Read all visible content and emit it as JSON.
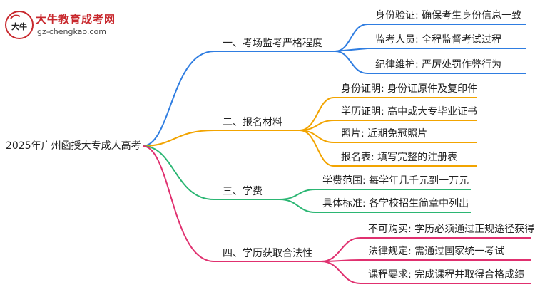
{
  "logo": {
    "brand": "大牛教育成考网",
    "domain": "gz-chengkao.com",
    "mark": "大牛"
  },
  "root": "2025年广州函授大专成人高考",
  "colors": {
    "branch1": "#2f7de1",
    "branch2": "#f2a400",
    "branch3": "#2bb673",
    "branch4": "#e0306f"
  },
  "branches": [
    {
      "label": "一、考场监考严格程度",
      "children": [
        "身份验证: 确保考生身份信息一致",
        "监考人员: 全程监督考试过程",
        "纪律维护: 严厉处罚作弊行为"
      ]
    },
    {
      "label": "二、报名材料",
      "children": [
        "身份证明: 身份证原件及复印件",
        "学历证明: 高中或大专毕业证书",
        "照片: 近期免冠照片",
        "报名表: 填写完整的注册表"
      ]
    },
    {
      "label": "三、学费",
      "children": [
        "学费范围: 每学年几千元到一万元",
        "具体标准: 各学校招生简章中列出"
      ]
    },
    {
      "label": "四、学历获取合法性",
      "children": [
        "不可购买: 学历必须通过正规途径获得",
        "法律规定: 需通过国家统一考试",
        "课程要求: 完成课程并取得合格成绩"
      ]
    }
  ]
}
